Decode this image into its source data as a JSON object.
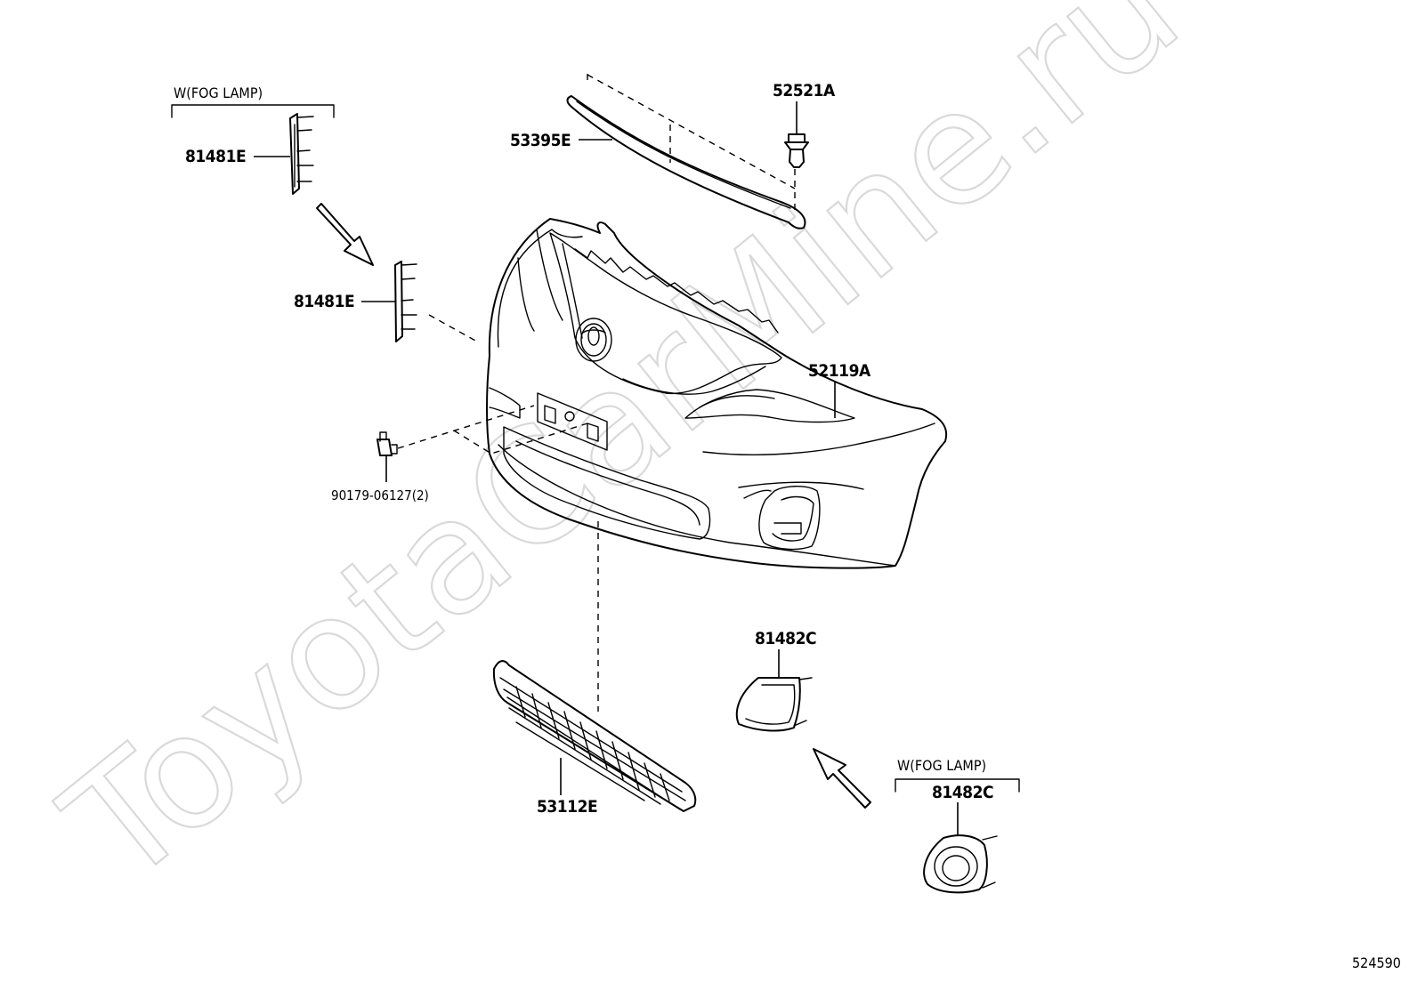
{
  "watermark": "ToyotaCarMine.ru",
  "diagram_id": "524590",
  "conditions": {
    "fog_lamp_top": "W(FOG LAMP)",
    "fog_lamp_bottom": "W(FOG LAMP)"
  },
  "callouts": {
    "bracket_upper": "81481E",
    "bracket_lower": "81481E",
    "moulding": "53395E",
    "clip": "52521A",
    "bumper_cover": "52119A",
    "nut": "90179-06127(2)",
    "grille": "53112E",
    "fog_cover_upper": "81482C",
    "fog_cover_lower": "81482C"
  }
}
